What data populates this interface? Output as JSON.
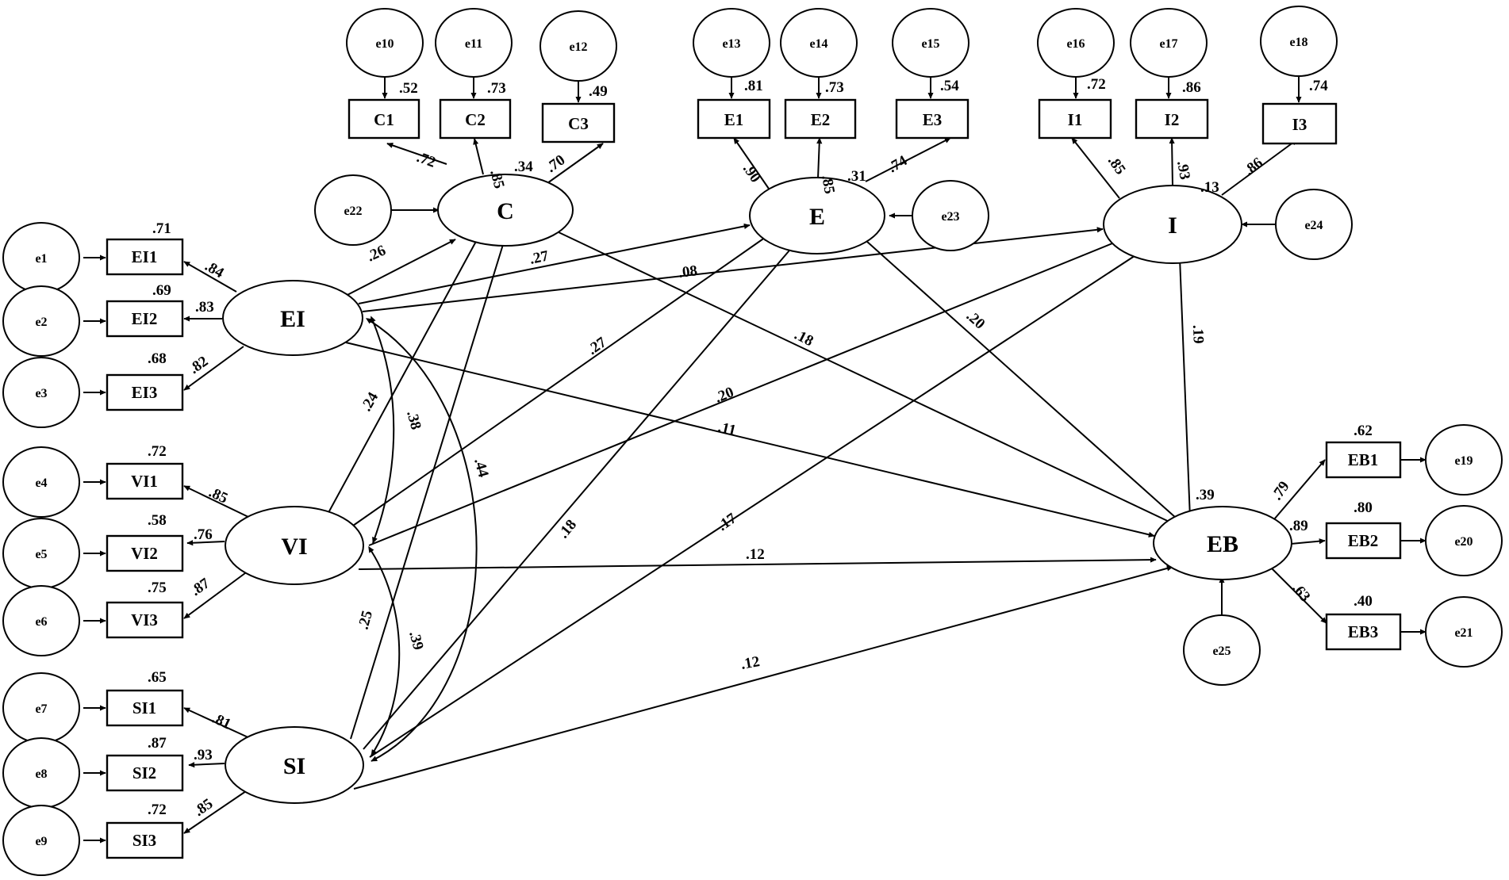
{
  "latents": {
    "C": "C",
    "E": "E",
    "I": "I",
    "EI": "EI",
    "VI": "VI",
    "SI": "SI",
    "EB": "EB"
  },
  "indicators": {
    "C1": "C1",
    "C2": "C2",
    "C3": "C3",
    "E1": "E1",
    "E2": "E2",
    "E3": "E3",
    "I1": "I1",
    "I2": "I2",
    "I3": "I3",
    "EI1": "EI1",
    "EI2": "EI2",
    "EI3": "EI3",
    "VI1": "VI1",
    "VI2": "VI2",
    "VI3": "VI3",
    "SI1": "SI1",
    "SI2": "SI2",
    "SI3": "SI3",
    "EB1": "EB1",
    "EB2": "EB2",
    "EB3": "EB3"
  },
  "errors": {
    "e1": "e1",
    "e2": "e2",
    "e3": "e3",
    "e4": "e4",
    "e5": "e5",
    "e6": "e6",
    "e7": "e7",
    "e8": "e8",
    "e9": "e9",
    "e10": "e10",
    "e11": "e11",
    "e12": "e12",
    "e13": "e13",
    "e14": "e14",
    "e15": "e15",
    "e16": "e16",
    "e17": "e17",
    "e18": "e18",
    "e19": "e19",
    "e20": "e20",
    "e21": "e21",
    "e22": "e22",
    "e23": "e23",
    "e24": "e24",
    "e25": "e25"
  },
  "loadings": {
    "C_C1": ".72",
    "C_C2": ".85",
    "C_C3": ".70",
    "E_E1": ".90",
    "E_E2": ".85",
    "E_E3": ".74",
    "I_I1": ".85",
    "I_I2": ".93",
    "I_I3": ".86",
    "EI_EI1": ".84",
    "EI_EI2": ".83",
    "EI_EI3": ".82",
    "VI_VI1": ".85",
    "VI_VI2": ".76",
    "VI_VI3": ".87",
    "SI_SI1": ".81",
    "SI_SI2": ".93",
    "SI_SI3": ".85",
    "EB_EB1": ".79",
    "EB_EB2": ".89",
    "EB_EB3": ".63"
  },
  "r_squared": {
    "C1": ".52",
    "C2": ".73",
    "C3": ".49",
    "E1": ".81",
    "E2": ".73",
    "E3": ".54",
    "I1": ".72",
    "I2": ".86",
    "I3": ".74",
    "EI1": ".71",
    "EI2": ".69",
    "EI3": ".68",
    "VI1": ".72",
    "VI2": ".58",
    "VI3": ".75",
    "SI1": ".65",
    "SI2": ".87",
    "SI3": ".72",
    "EB1": ".62",
    "EB2": ".80",
    "EB3": ".40",
    "C": ".34",
    "E": ".31",
    "I": ".13",
    "EB": ".39"
  },
  "paths": {
    "EI_C": ".26",
    "EI_E": ".27",
    "EI_I": ".08",
    "EI_EB": ".11",
    "VI_C": ".24",
    "VI_E": ".27",
    "VI_I": ".20",
    "VI_EB": ".12",
    "SI_C": ".25",
    "SI_E": ".18",
    "SI_I": ".17",
    "SI_EB": ".12",
    "C_EB": ".18",
    "E_EB": ".20",
    "I_EB": ".19"
  },
  "correlations": {
    "EI_VI": ".38",
    "EI_SI": ".44",
    "VI_SI": ".39"
  }
}
